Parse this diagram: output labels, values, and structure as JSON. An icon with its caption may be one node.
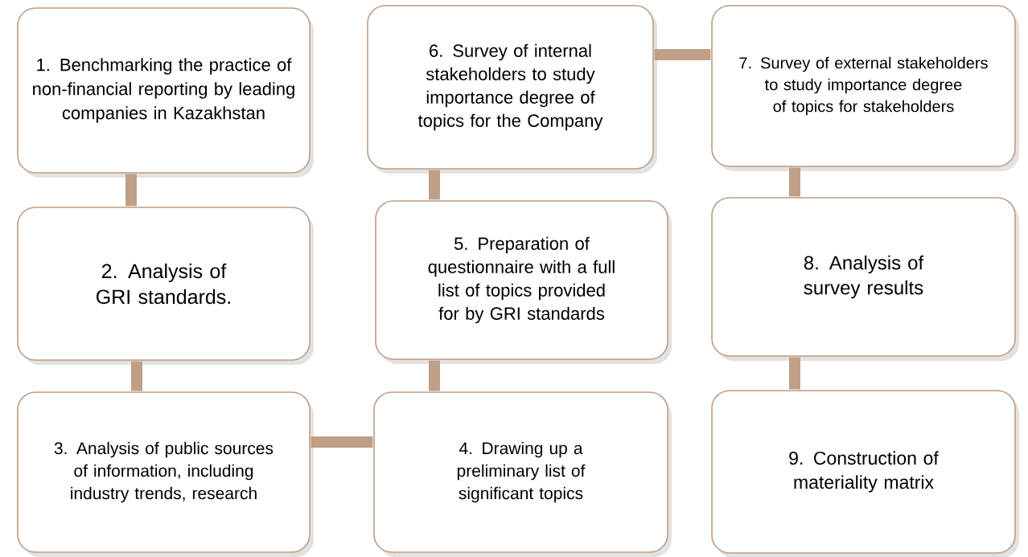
{
  "diagram": {
    "nodes": [
      {
        "text": [
          "1. Benchmarking the practice of non-financial reporting by leading companies in Kazakhstan"
        ]
      },
      {
        "text": [
          "2. Analysis of GRI standards."
        ]
      },
      {
        "text": [
          "3. Analysis of public sources of information, including industry trends, research"
        ]
      },
      {
        "text": [
          "4. Drawing up a preliminary list of significant topics"
        ]
      },
      {
        "text": [
          "5. Preparation of questionnaire with a full list of topics provided for by GRI standards"
        ]
      },
      {
        "text": [
          "6. Survey of internal stakeholders to study importance degree of topics for the Company"
        ]
      },
      {
        "text": [
          "7. Survey of external stakeholders to study importance degree of topics for stakeholders"
        ]
      },
      {
        "text": [
          "8. Analysis of survey results"
        ]
      },
      {
        "text": [
          "9. Construction of materiality matrix"
        ]
      }
    ],
    "edges": [
      {
        "from": 0,
        "to": 1,
        "arrow": "none"
      },
      {
        "from": 1,
        "to": 2,
        "arrow": "none"
      },
      {
        "from": 2,
        "to": 3,
        "arrow": "none"
      },
      {
        "from": 3,
        "to": 4,
        "arrow": "none"
      },
      {
        "from": 4,
        "to": 5,
        "arrow": "none"
      },
      {
        "from": 5,
        "to": 6,
        "arrow": "none"
      },
      {
        "from": 6,
        "to": 7,
        "arrow": "none"
      },
      {
        "from": 7,
        "to": 8,
        "arrow": "none"
      }
    ]
  }
}
